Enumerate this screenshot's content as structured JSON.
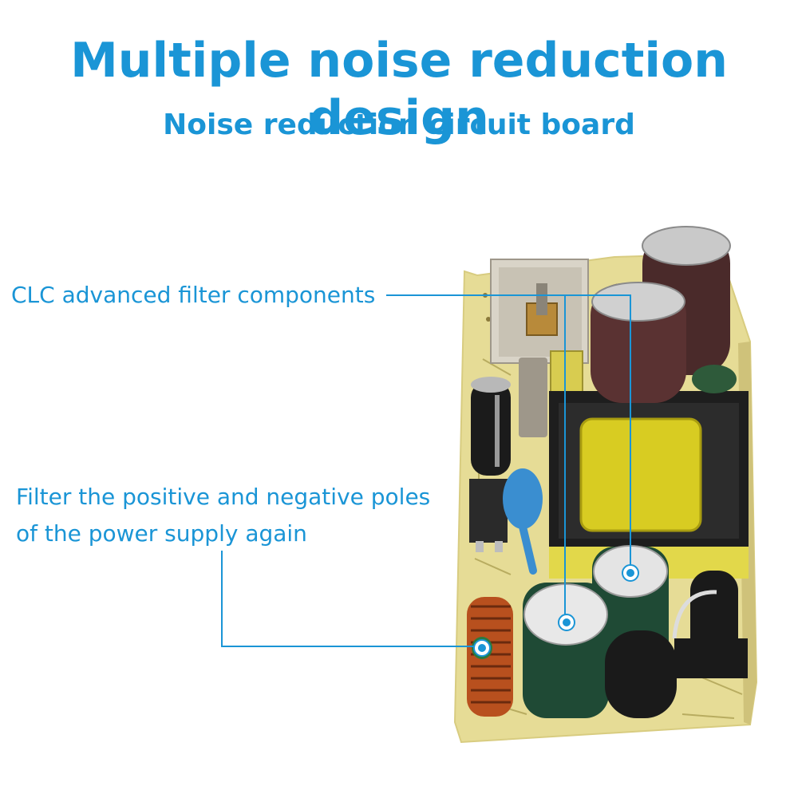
{
  "header": {
    "title": "Multiple noise reduction design",
    "subtitle": "Noise reduction circuit board"
  },
  "callouts": {
    "clc": "CLC advanced filter components",
    "filter_line1": "Filter the positive and negative poles",
    "filter_line2": "of the power supply again"
  },
  "colors": {
    "accent": "#1a95d6",
    "board": "#e6dc96",
    "transformer_core": "#1e1e1e",
    "transformer_coil": "#d8cc22",
    "cap_brown": "#4a2a2a",
    "cap_green": "#1f4a35",
    "inductor_copper": "#b8501e",
    "y_cap_blue": "#3a8ed0"
  }
}
